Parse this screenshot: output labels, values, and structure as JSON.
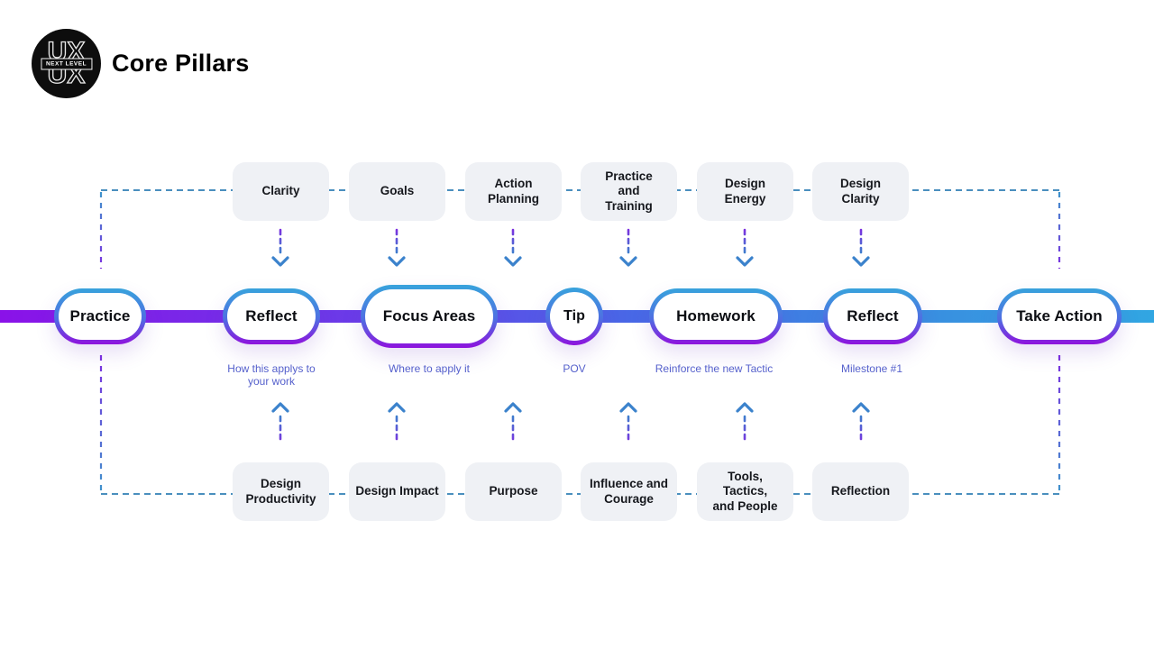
{
  "header": {
    "title": "Core Pillars",
    "logo": {
      "ux_top": "UX",
      "banner": "NEXT LEVEL",
      "ux_bottom": "UX"
    }
  },
  "top_boxes": [
    {
      "label": "Clarity"
    },
    {
      "label": "Goals"
    },
    {
      "label": "Action\nPlanning"
    },
    {
      "label": "Practice\nand\nTraining"
    },
    {
      "label": "Design\nEnergy"
    },
    {
      "label": "Design\nClarity"
    }
  ],
  "nodes": [
    {
      "label": "Practice",
      "note": ""
    },
    {
      "label": "Reflect",
      "note": "How this applys to\nyour work"
    },
    {
      "label": "Focus Areas",
      "note": "Where to apply it"
    },
    {
      "label": "Tip",
      "note": "POV"
    },
    {
      "label": "Homework",
      "note": "Reinforce the new Tactic"
    },
    {
      "label": "Reflect",
      "note": "Milestone #1"
    },
    {
      "label": "Take Action",
      "note": ""
    }
  ],
  "bottom_boxes": [
    {
      "label": "Design\nProductivity"
    },
    {
      "label": "Design Impact"
    },
    {
      "label": "Purpose"
    },
    {
      "label": "Influence and\nCourage"
    },
    {
      "label": "Tools,\nTactics,\nand People"
    },
    {
      "label": "Reflection"
    }
  ],
  "colors": {
    "timeline_start": "#8a12e8",
    "timeline_end": "#31a6e2",
    "node_border_top": "#38a3dc",
    "node_border_bottom": "#8e12dd",
    "rail_dash": "#4a8fbe",
    "arrow_purple": "#7c2fe0",
    "arrow_blue": "#3b82cc",
    "box_bg": "#eff1f5",
    "note_text": "#5560cc"
  }
}
